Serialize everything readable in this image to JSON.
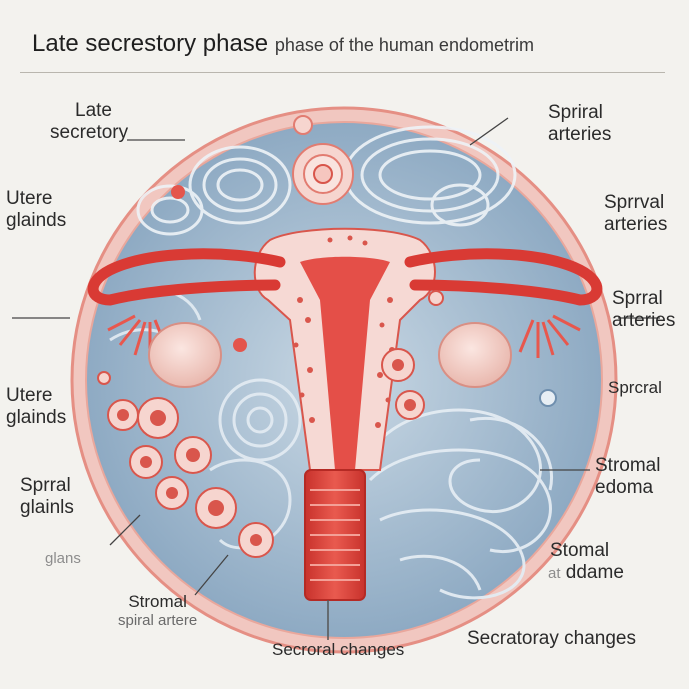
{
  "title": {
    "main": "Late secrestory phase",
    "rest": "phase of the human endometrim"
  },
  "labels": {
    "late_secretory": [
      "Late",
      "secretory"
    ],
    "utere_glands_1": [
      "Utere",
      "glainds"
    ],
    "utere_glands_2": [
      "Utere",
      "glainds"
    ],
    "spiral_glands": [
      "Sprral",
      "glainls"
    ],
    "glands_faint": "glans",
    "stromal_spiral": [
      "Stromal",
      "spiral artere"
    ],
    "secroral_changes": "Secroral changes",
    "spiral_arteries_1": [
      "Spriral",
      "arteries"
    ],
    "spiral_arteries_2": [
      "Sprrval",
      "arteries"
    ],
    "spiral_arteries_3": [
      "Sprral",
      "arteries"
    ],
    "sprcral": "Sprcral",
    "stromal_edoma": [
      "Stromal",
      "edoma"
    ],
    "stomal_ddame": [
      "Stomal",
      "ddame"
    ],
    "stomal_prefix": "at",
    "secratoray_changes": "Secratoray changes"
  },
  "colors": {
    "background": "#f3f2ee",
    "outer_ring": "#f1c7c0",
    "tissue_blue": "#b9cddd",
    "tissue_blue_dark": "#6f8fae",
    "uterus_red": "#d93a34",
    "uterus_pink": "#f6d9d4",
    "ovary": "#f2cfc8"
  }
}
